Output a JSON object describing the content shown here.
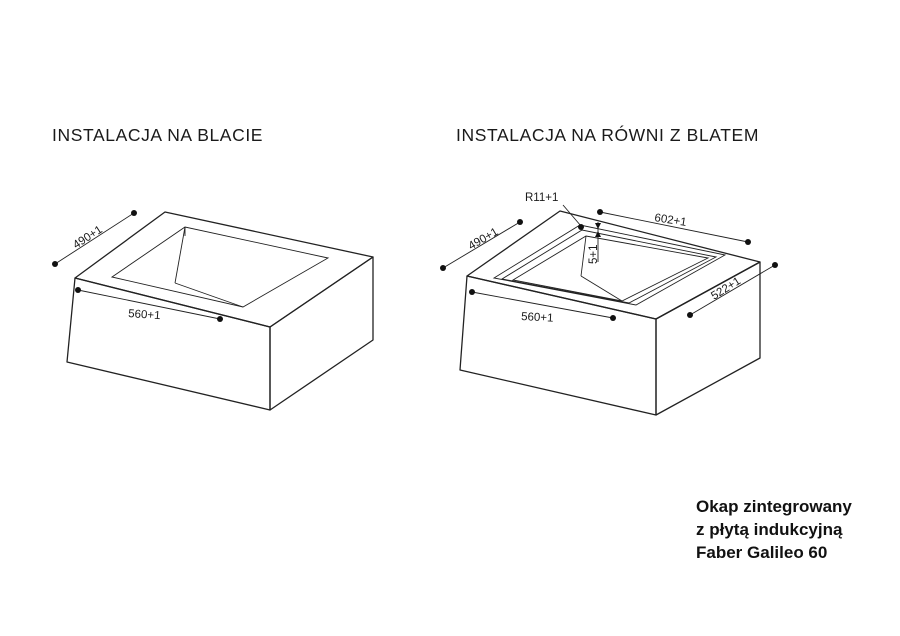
{
  "left_diagram": {
    "heading": "INSTALACJA NA BLACIE",
    "dim_depth": "490+1",
    "dim_width": "560+1"
  },
  "right_diagram": {
    "heading": "INSTALACJA NA RÓWNI Z BLATEM",
    "dim_radius": "R11+1",
    "dim_step": "5+1",
    "dim_depth": "490+1",
    "dim_width": "560+1",
    "dim_outer_width": "602+1",
    "dim_outer_depth": "522+1"
  },
  "caption": {
    "line1": "Okap zintegrowany",
    "line2": "z płytą indukcyjną",
    "line3": "Faber Galileo 60"
  }
}
